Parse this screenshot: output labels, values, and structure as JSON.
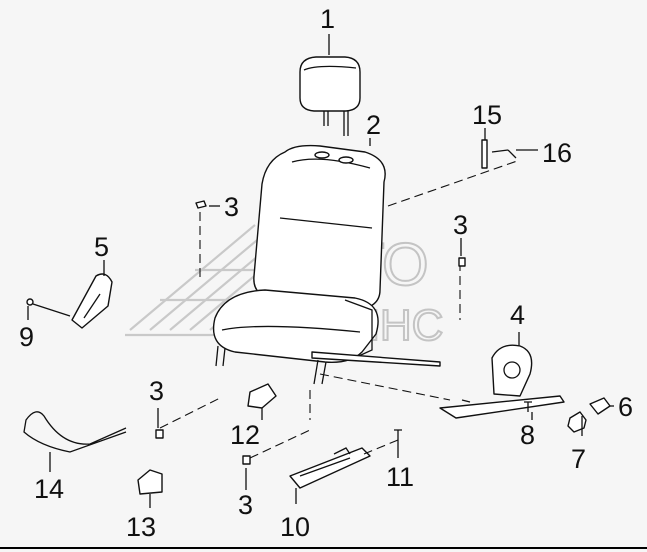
{
  "diagram": {
    "watermark": {
      "line1": "АВТО",
      "line2": "АЛЬЯНС"
    },
    "callouts": [
      {
        "id": "callout-1",
        "text": "1"
      },
      {
        "id": "callout-2",
        "text": "2"
      },
      {
        "id": "callout-3-top",
        "text": "3"
      },
      {
        "id": "callout-3-right",
        "text": "3"
      },
      {
        "id": "callout-3-lower",
        "text": "3"
      },
      {
        "id": "callout-3-bottom",
        "text": "3"
      },
      {
        "id": "callout-4",
        "text": "4"
      },
      {
        "id": "callout-5",
        "text": "5"
      },
      {
        "id": "callout-6",
        "text": "6"
      },
      {
        "id": "callout-7",
        "text": "7"
      },
      {
        "id": "callout-8",
        "text": "8"
      },
      {
        "id": "callout-9",
        "text": "9"
      },
      {
        "id": "callout-10",
        "text": "10"
      },
      {
        "id": "callout-11",
        "text": "11"
      },
      {
        "id": "callout-12",
        "text": "12"
      },
      {
        "id": "callout-13",
        "text": "13"
      },
      {
        "id": "callout-14",
        "text": "14"
      },
      {
        "id": "callout-15",
        "text": "15"
      },
      {
        "id": "callout-16",
        "text": "16"
      }
    ]
  }
}
